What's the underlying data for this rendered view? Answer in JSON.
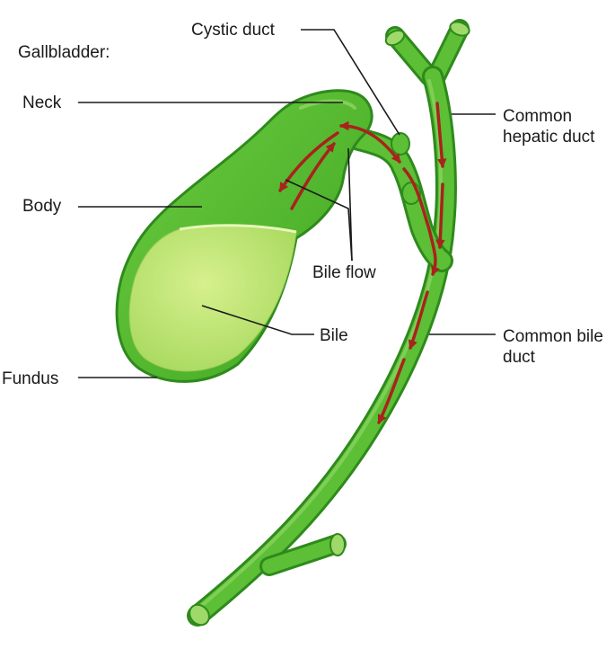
{
  "labels": {
    "gallbladder": "Gallbladder:",
    "neck": "Neck",
    "body": "Body",
    "fundus": "Fundus",
    "cystic_duct": "Cystic duct",
    "bile_flow": "Bile flow",
    "bile": "Bile",
    "common_hepatic_duct": "Common hepatic duct",
    "common_bile_duct": "Common bile duct"
  },
  "colors": {
    "organ_outer": "#2e9a1e",
    "organ_body": "#5cbf36",
    "bile_fill": "#c2e67a",
    "duct": "#4caf2e",
    "duct_highlight": "#8fd462",
    "flow_arrow": "#a8231c",
    "leader_line": "#1a1a1a"
  }
}
